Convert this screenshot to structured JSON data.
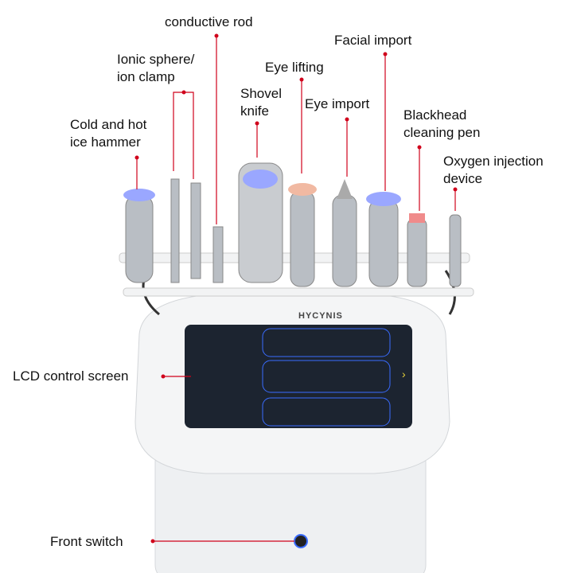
{
  "brand": "HYCYNIS",
  "labels": {
    "conductive_rod": "conductive rod",
    "ionic_sphere_1": "Ionic sphere/",
    "ionic_sphere_2": "ion clamp",
    "ice_hammer_1": "Cold and hot",
    "ice_hammer_2": "ice hammer",
    "shovel_1": "Shovel",
    "shovel_2": "knife",
    "eye_lifting": "Eye lifting",
    "eye_import": "Eye import",
    "facial_import": "Facial import",
    "blackhead_1": "Blackhead",
    "blackhead_2": "cleaning pen",
    "oxygen_1": "Oxygen injection",
    "oxygen_2": "device",
    "lcd": "LCD control screen",
    "front_switch": "Front switch"
  },
  "colors": {
    "line": "#d0021b",
    "screen": "#1c2430",
    "accent": "#3a6cff"
  }
}
